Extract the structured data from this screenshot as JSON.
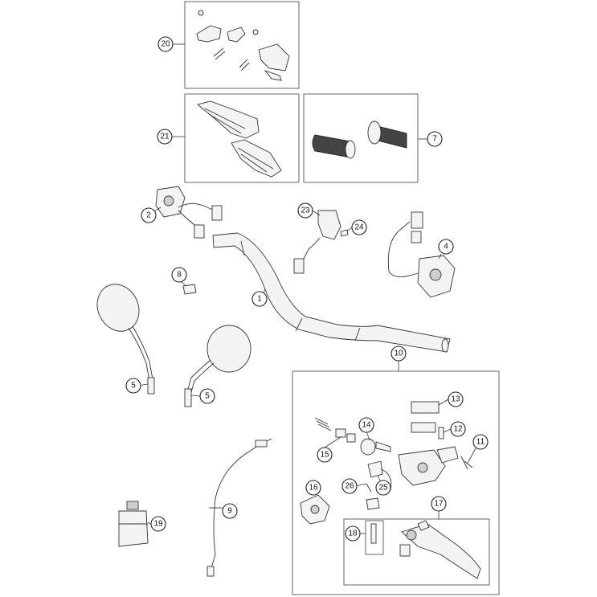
{
  "callouts": {
    "c1": "1",
    "c2": "2",
    "c4": "4",
    "c5a": "5",
    "c5b": "5",
    "c7": "7",
    "c8": "8",
    "c9": "9",
    "c10": "10",
    "c11": "11",
    "c12": "12",
    "c13": "13",
    "c14": "14",
    "c15": "15",
    "c16": "16",
    "c17": "17",
    "c18": "18",
    "c19": "19",
    "c20": "20",
    "c21": "21",
    "c23": "23",
    "c24": "24",
    "c25": "25",
    "c26": "26"
  },
  "colors": {
    "stroke": "#333333",
    "fill": "#f4f4f4",
    "grip": "#444444"
  }
}
